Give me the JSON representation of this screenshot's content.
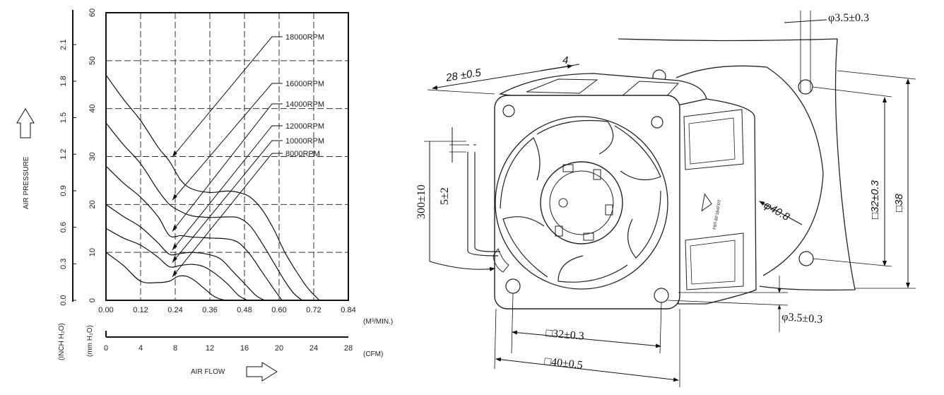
{
  "chart_data": {
    "type": "line",
    "xlabel": "AIR FLOW",
    "ylabel": "AIR PRESSURE",
    "x_unit_top": "(M³/MIN.)",
    "x_unit_bottom": "(CFM)",
    "y_unit_left": "(INCH H₂O)",
    "y_unit_right": "(mm H₂O)",
    "xlim": [
      0,
      0.84
    ],
    "ylim": [
      0,
      60
    ],
    "x_ticks": [
      "0.00",
      "0.12",
      "0.24",
      "0.36",
      "0.48",
      "0.60",
      "0.72",
      "0.84"
    ],
    "x_ticks_cfm": [
      "0",
      "4",
      "8",
      "12",
      "16",
      "20",
      "24",
      "28"
    ],
    "y_ticks_mm": [
      "0",
      "10",
      "20",
      "30",
      "40",
      "50",
      "60"
    ],
    "y_ticks_inch": [
      "0.0",
      "0.3",
      "0.6",
      "0.9",
      "1.2",
      "1.5",
      "1.8",
      "2.1"
    ],
    "grid": true,
    "series": [
      {
        "name": "18000RPM",
        "x": [
          0,
          0.06,
          0.12,
          0.18,
          0.22,
          0.26,
          0.3,
          0.36,
          0.42,
          0.46,
          0.5,
          0.54,
          0.58,
          0.62,
          0.66,
          0.7,
          0.74
        ],
        "y": [
          47,
          42,
          37.5,
          32,
          29,
          25,
          23.2,
          22.5,
          22.8,
          22.5,
          21.5,
          19,
          15,
          10,
          6,
          2.5,
          0
        ]
      },
      {
        "name": "16000RPM",
        "x": [
          0,
          0.06,
          0.12,
          0.18,
          0.22,
          0.26,
          0.3,
          0.36,
          0.42,
          0.46,
          0.5,
          0.54,
          0.58,
          0.62,
          0.65,
          0.68
        ],
        "y": [
          37,
          32.5,
          28.5,
          23,
          20,
          18.5,
          17.6,
          17.3,
          17.4,
          17.2,
          15.5,
          12,
          8,
          4,
          1.5,
          0
        ]
      },
      {
        "name": "14000RPM",
        "x": [
          0,
          0.06,
          0.12,
          0.18,
          0.22,
          0.26,
          0.3,
          0.36,
          0.42,
          0.46,
          0.5,
          0.54,
          0.58,
          0.61
        ],
        "y": [
          28,
          24.5,
          21.5,
          17.5,
          13.5,
          13.5,
          13.2,
          13,
          12.8,
          12,
          9.5,
          6,
          2.5,
          0
        ]
      },
      {
        "name": "12000RPM",
        "x": [
          0,
          0.06,
          0.12,
          0.18,
          0.22,
          0.26,
          0.3,
          0.36,
          0.4,
          0.44,
          0.48,
          0.52,
          0.55
        ],
        "y": [
          20,
          17.5,
          15.3,
          12,
          9.6,
          9.8,
          10,
          9.5,
          8.5,
          6,
          3.5,
          1,
          0
        ]
      },
      {
        "name": "10000RPM",
        "x": [
          0,
          0.06,
          0.12,
          0.18,
          0.22,
          0.26,
          0.3,
          0.34,
          0.38,
          0.42,
          0.46,
          0.49
        ],
        "y": [
          15,
          13,
          11.5,
          9,
          7,
          7.3,
          7.5,
          7,
          5.5,
          3.5,
          1,
          0
        ]
      },
      {
        "name": "8000RPM",
        "x": [
          0,
          0.06,
          0.12,
          0.18,
          0.22,
          0.25,
          0.28,
          0.31,
          0.34,
          0.37,
          0.4,
          0.43
        ],
        "y": [
          10,
          7.3,
          4,
          3.7,
          4,
          5,
          5,
          4,
          2.5,
          1,
          0.2,
          0
        ]
      }
    ],
    "label_anchor_x": 0.22
  },
  "drawing": {
    "dims": {
      "hole_top": "φ3.5±0.3",
      "depth": "28 ±0.5",
      "rib": "4",
      "lead_length": "300±10",
      "lead_strip": "5±2",
      "frame_diameter": "φ40.8",
      "hole_pitch_v": "□32±0.3",
      "outline_v": "□38",
      "hole_bottom": "φ3.5±0.3",
      "hole_pitch_h": "□32±0.3",
      "outline_h": "□40±0.5"
    },
    "label_text": "FBT-BF1B4FRT"
  }
}
